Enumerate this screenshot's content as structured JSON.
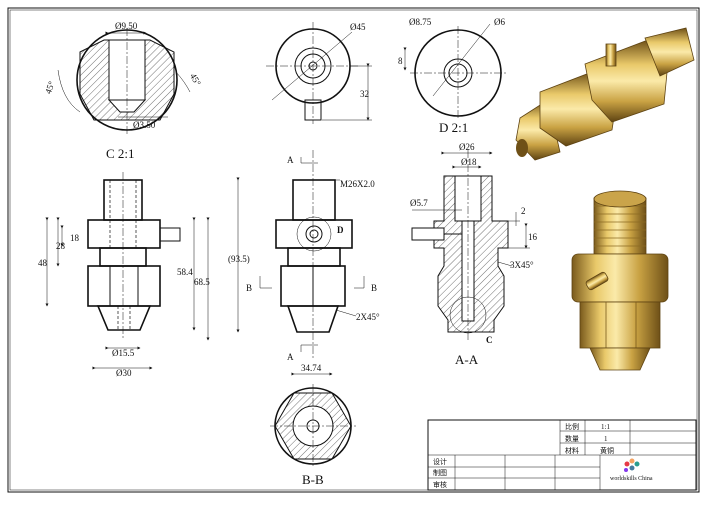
{
  "views": {
    "detail_c": {
      "label": "C  2:1",
      "dim_top": "Ø9.50",
      "dim_bottom": "Ø3.50",
      "angle_left": "45°",
      "angle_right": "45°"
    },
    "top_view": {
      "dim_dia": "Ø45",
      "dim_height": "32"
    },
    "detail_d": {
      "label": "D  2:1",
      "dim_outer": "Ø8.75",
      "dim_inner": "Ø6",
      "dim_side": "8"
    },
    "front_left": {
      "dim_18": "18",
      "dim_28": "28",
      "dim_48": "48",
      "dim_58": "58.4",
      "dim_68": "68.5",
      "dim_d155": "Ø15.5",
      "dim_d30": "Ø30"
    },
    "front_center": {
      "thread": "M26X2.0",
      "detail_mark": "D",
      "dim_935": "(93.5)",
      "chamfer": "2X45°",
      "section_a_top": "A",
      "section_a_bottom": "A",
      "section_b_left": "B",
      "section_b_right": "B"
    },
    "section_aa": {
      "label": "A-A",
      "dim_d26": "Ø26",
      "dim_d18": "Ø18",
      "dim_d57": "Ø5.7",
      "dim_2": "2",
      "dim_16": "16",
      "chamfer": "3X45°",
      "detail_mark": "C"
    },
    "section_bb": {
      "label": "B-B",
      "dim_width": "34.74"
    }
  },
  "title_block": {
    "scale_label": "比例",
    "scale_value": "1:1",
    "qty_label": "数量",
    "qty_value": "1",
    "material_label": "材料",
    "material_value": "黄铜",
    "design_label": "设计",
    "draw_label": "制图",
    "review_label": "审核",
    "logo_text": "worldskills China"
  },
  "colors": {
    "line": "#111111",
    "brass_light": "#f2d98a",
    "brass_mid": "#c9a243",
    "brass_dark": "#7a5a1c"
  }
}
